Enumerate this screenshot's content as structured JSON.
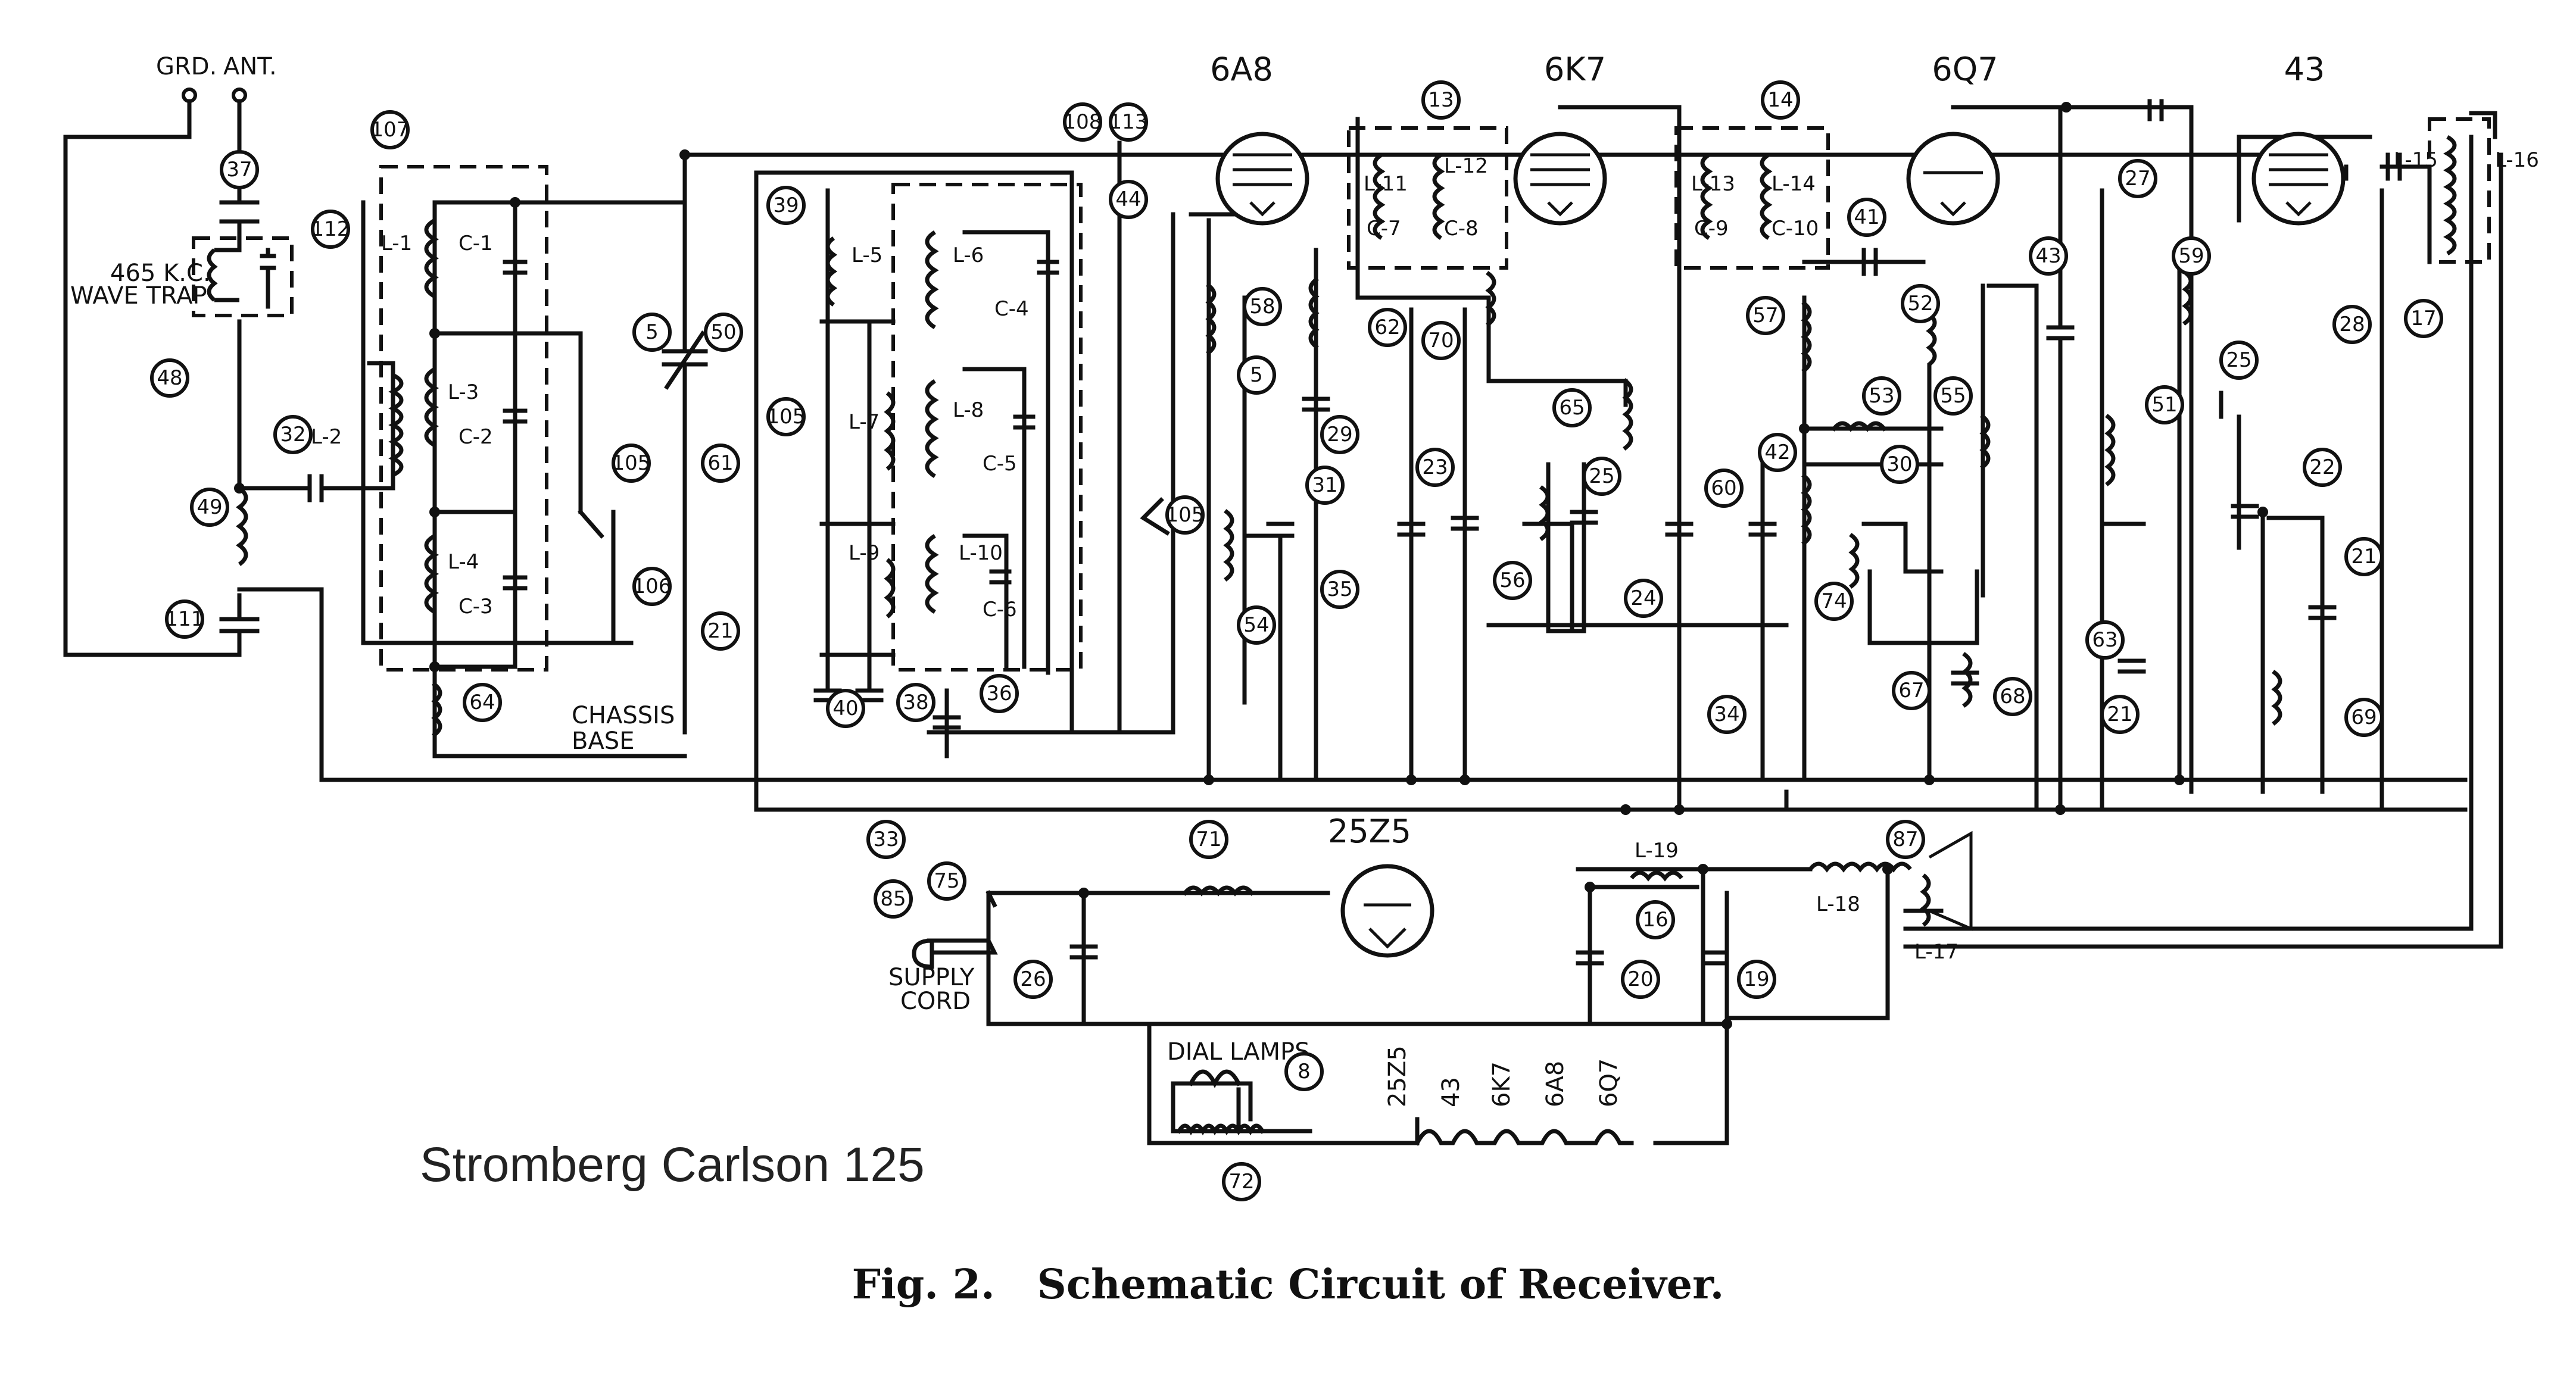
{
  "terminals": {
    "ground": "GRD.",
    "antenna": "ANT."
  },
  "wave_trap": {
    "line1": "465 K.C.",
    "line2": "WAVE TRAP"
  },
  "chassis": {
    "line1": "CHASSIS",
    "line2": "BASE"
  },
  "supply": {
    "line1": "SUPPLY",
    "line2": "CORD"
  },
  "dial_lamps": "DIAL LAMPS",
  "tubes": [
    "6A8",
    "6K7",
    "6Q7",
    "43",
    "25Z5"
  ],
  "heater_labels": [
    "25Z5",
    "43",
    "6K7",
    "6A8",
    "6Q7"
  ],
  "inductors": [
    "L-1",
    "L-2",
    "L-3",
    "L-4",
    "L-5",
    "L-6",
    "L-7",
    "L-8",
    "L-9",
    "L-10",
    "L-11",
    "L-12",
    "L-13",
    "L-14",
    "L-15",
    "L-16",
    "L-17",
    "L-18",
    "L-19"
  ],
  "capacitors": [
    "C-1",
    "C-2",
    "C-3",
    "C-4",
    "C-5",
    "C-6",
    "C-7",
    "C-8",
    "C-9",
    "C-10"
  ],
  "callouts": [
    "37",
    "112",
    "48",
    "32",
    "49",
    "111",
    "107",
    "5",
    "105",
    "106",
    "64",
    "50",
    "61",
    "21",
    "39",
    "105",
    "108",
    "113",
    "44",
    "40",
    "38",
    "36",
    "33",
    "58",
    "105",
    "54",
    "31",
    "29",
    "62",
    "13",
    "70",
    "35",
    "23",
    "65",
    "25",
    "56",
    "24",
    "14",
    "41",
    "57",
    "53",
    "60",
    "42",
    "30",
    "74",
    "52",
    "55",
    "34",
    "67",
    "68",
    "43",
    "27",
    "59",
    "51",
    "63",
    "21",
    "25",
    "22",
    "21",
    "69",
    "28",
    "17",
    "16",
    "87",
    "19",
    "20",
    "71",
    "75",
    "85",
    "26",
    "8",
    "72",
    "5"
  ],
  "title": "Stromberg Carlson 125",
  "caption": "Fig. 2.   Schematic Circuit of Receiver."
}
